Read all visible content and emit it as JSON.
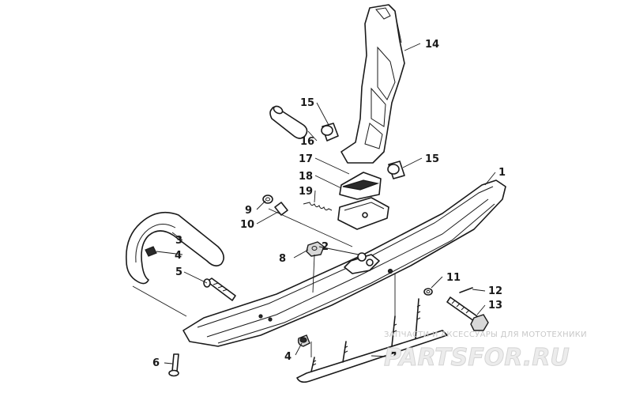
{
  "callouts": [
    {
      "id": "1",
      "label": "1"
    },
    {
      "id": "2",
      "label": "2"
    },
    {
      "id": "3",
      "label": "3"
    },
    {
      "id": "4a",
      "label": "4"
    },
    {
      "id": "4b",
      "label": "4"
    },
    {
      "id": "5",
      "label": "5"
    },
    {
      "id": "6",
      "label": "6"
    },
    {
      "id": "7",
      "label": "7"
    },
    {
      "id": "8",
      "label": "8"
    },
    {
      "id": "9",
      "label": "9"
    },
    {
      "id": "10",
      "label": "10"
    },
    {
      "id": "11",
      "label": "11"
    },
    {
      "id": "12",
      "label": "12"
    },
    {
      "id": "13",
      "label": "13"
    },
    {
      "id": "14",
      "label": "14"
    },
    {
      "id": "15a",
      "label": "15"
    },
    {
      "id": "15b",
      "label": "15"
    },
    {
      "id": "16",
      "label": "16"
    },
    {
      "id": "17",
      "label": "17"
    },
    {
      "id": "18",
      "label": "18"
    },
    {
      "id": "19",
      "label": "19"
    }
  ],
  "watermark": {
    "caption": "ЗАПЧАСТИ И АКСЕССУАРЫ ДЛЯ МОТОТЕХНИКИ",
    "logo": "PARTSFOR.RU"
  },
  "colors": {
    "line": "#1a1a1a",
    "watermark": "#c8c8c8"
  }
}
